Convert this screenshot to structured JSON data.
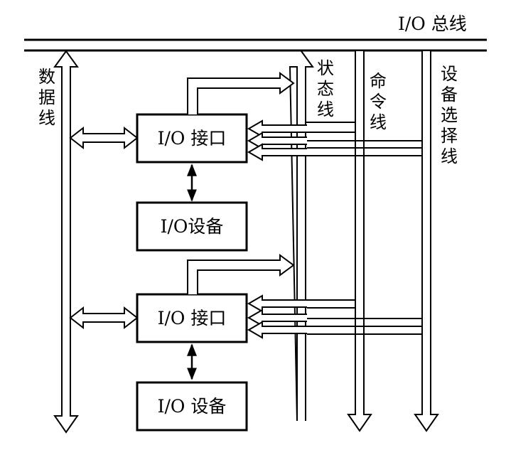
{
  "bus_title": "I/O 总线",
  "lines": {
    "data": [
      "数",
      "据",
      "线"
    ],
    "status": [
      "状",
      "态",
      "线"
    ],
    "command": [
      "命",
      "令",
      "线"
    ],
    "select": [
      "设",
      "备",
      "选",
      "择",
      "线"
    ]
  },
  "blocks": {
    "interface_1": "I/O 接口",
    "device_1": "I/O设备",
    "interface_2": "I/O 接口",
    "device_2": "I/O 设备"
  },
  "colors": {
    "stroke": "#000000",
    "background": "#ffffff"
  }
}
